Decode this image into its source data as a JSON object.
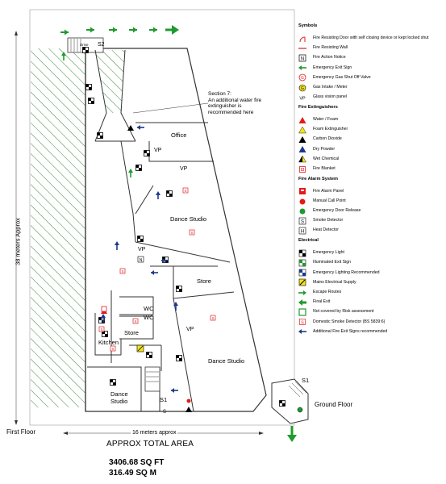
{
  "plan": {
    "rooms": {
      "office": "Office",
      "dance_studio_1": "Dance Studio",
      "dance_studio_2": "Dance Studio",
      "dance_studio_3": "Dance Studio",
      "store_1": "Store",
      "store_2": "Store",
      "wc_1": "WC",
      "wc_2": "WC",
      "kitchen": "Kitchen",
      "vp_1": "VP",
      "vp_2": "VP",
      "vp_3": "VP",
      "vp_4": "VP",
      "s1": "S1",
      "s2": "S2",
      "drive": "Drive",
      "s_small": "S"
    },
    "note": [
      "Section 7:",
      "An additional water fire",
      "extinguisher is",
      "recommended here"
    ],
    "dim_vertical": "38 meters Approx",
    "dim_horizontal": "16 meters approx",
    "first_floor": "First Floor",
    "ground_floor": "Ground Floor",
    "ground_s1": "S1",
    "area_title": "APPROX TOTAL AREA",
    "area_sqft": "3406.68 SQ FT",
    "area_sqm": "316.49 SQ M"
  },
  "legend": {
    "symbols_title": "Symbols",
    "symbols": [
      {
        "icon": "fire-door-icon",
        "label": "Fire Resisting Door with self closing device or kept locked shut"
      },
      {
        "icon": "fire-wall-icon",
        "label": "Fire Resisting Wall"
      },
      {
        "icon": "fire-action-notice-icon",
        "label": "Fire Action Notice"
      },
      {
        "icon": "exit-sign-arrow-icon",
        "label": "Emergency Exit Sign"
      },
      {
        "icon": "gas-shutoff-icon",
        "label": "Emergency Gas Shut Off Valve"
      },
      {
        "icon": "gas-meter-icon",
        "label": "Gas Intake / Meter"
      },
      {
        "icon": "vision-panel-icon",
        "label": "Glass vision panel"
      }
    ],
    "extinguishers_title": "Fire Extinguishers",
    "extinguishers": [
      {
        "icon": "water-foam-icon",
        "label": "Water / Foam"
      },
      {
        "icon": "foam-extinguisher-icon",
        "label": "Foam Extinguisher"
      },
      {
        "icon": "co2-extinguisher-icon",
        "label": "Carbon Dioxide"
      },
      {
        "icon": "dry-powder-icon",
        "label": "Dry Powder"
      },
      {
        "icon": "wet-chemical-icon",
        "label": "Wet Chemical"
      },
      {
        "icon": "fire-blanket-icon",
        "label": "Fire Blanket"
      }
    ],
    "alarm_title": "Fire Alarm System",
    "alarm": [
      {
        "icon": "alarm-panel-icon",
        "label": "Fire Alarm Panel"
      },
      {
        "icon": "call-point-icon",
        "label": "Manual Call Point"
      },
      {
        "icon": "door-release-icon",
        "label": "Emergency Door Release"
      },
      {
        "icon": "smoke-detector-icon",
        "label": "Smoke Detector"
      },
      {
        "icon": "heat-detector-icon",
        "label": "Heat Detector"
      }
    ],
    "electrical_title": "Electrical",
    "electrical": [
      {
        "icon": "emergency-light-icon",
        "label": "Emergency Light"
      },
      {
        "icon": "illuminated-exit-icon",
        "label": "Illuminated Exit Sign"
      },
      {
        "icon": "lighting-recommended-icon",
        "label": "Emergency Lighting Recommended"
      },
      {
        "icon": "mains-supply-icon",
        "label": "Mains Electrical Supply"
      },
      {
        "icon": "escape-route-icon",
        "label": "Escape Routes"
      },
      {
        "icon": "final-exit-icon",
        "label": "Final Exit"
      },
      {
        "icon": "not-covered-icon",
        "label": "Not covered by Risk assessment"
      },
      {
        "icon": "domestic-smoke-icon",
        "label": "Domestic  Smoke Detector (BS 5839:6)"
      },
      {
        "icon": "exit-sign-recommended-icon",
        "label": "Additional Fire Exit Signs recommended"
      }
    ]
  },
  "colors": {
    "hatch": "#3a8a3a",
    "exit_green": "#1f9a2e",
    "alarm_red": "#e21b1b",
    "sign_blue": "#1a3a8c",
    "caution_yellow": "#f2e21a"
  }
}
